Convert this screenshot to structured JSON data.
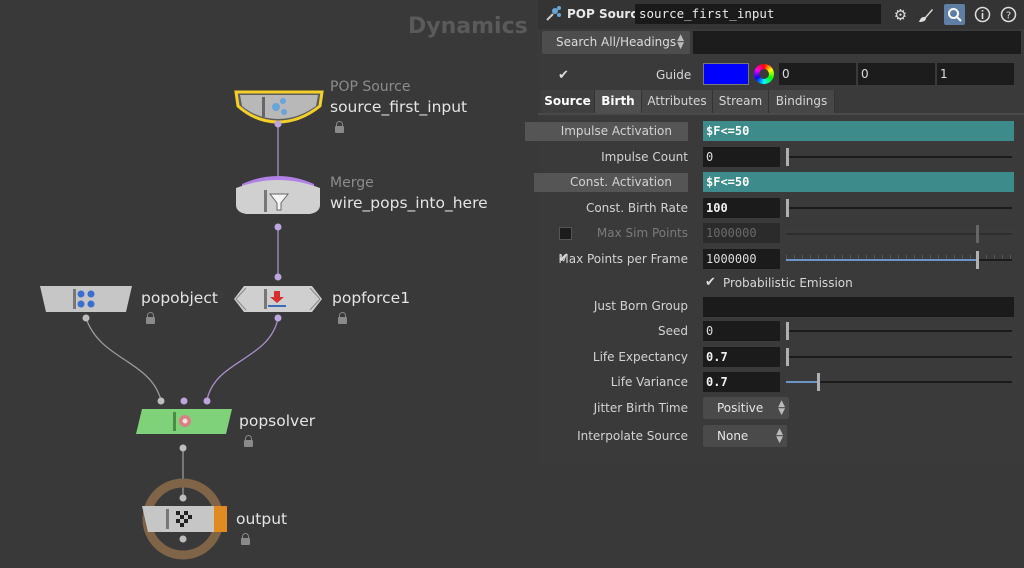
{
  "network": {
    "context_label": "Dynamics",
    "nodes": [
      {
        "type": "POP Source",
        "name": "source_first_input"
      },
      {
        "type": "Merge",
        "name": "wire_pops_into_here"
      },
      {
        "type": "",
        "name": "popobject"
      },
      {
        "type": "",
        "name": "popforce1"
      },
      {
        "type": "",
        "name": "popsolver"
      },
      {
        "type": "",
        "name": "output"
      }
    ]
  },
  "panel": {
    "node_type": "POP Source",
    "node_name": "source_first_input",
    "search_label": "Search All/Headings",
    "guide": {
      "label": "Guide",
      "color": "#0000ff",
      "values": [
        "0",
        "0",
        "1"
      ]
    },
    "tabs": [
      "Source",
      "Birth",
      "Attributes",
      "Stream",
      "Bindings"
    ],
    "params": {
      "impulse_activation": {
        "label": "Impulse Activation",
        "value": "$F<=50"
      },
      "impulse_count": {
        "label": "Impulse Count",
        "value": "0"
      },
      "const_activation": {
        "label": "Const. Activation",
        "value": "$F<=50"
      },
      "const_birth_rate": {
        "label": "Const. Birth Rate",
        "value": "100"
      },
      "max_sim_points": {
        "label": "Max Sim Points",
        "value": "1000000"
      },
      "max_points_per_frame": {
        "label": "Max Points per Frame",
        "value": "1000000"
      },
      "probabilistic_emission": {
        "label": "Probabilistic Emission"
      },
      "just_born_group": {
        "label": "Just Born Group",
        "value": ""
      },
      "seed": {
        "label": "Seed",
        "value": "0"
      },
      "life_expectancy": {
        "label": "Life Expectancy",
        "value": "0.7"
      },
      "life_variance": {
        "label": "Life Variance",
        "value": "0.7"
      },
      "jitter_birth_time": {
        "label": "Jitter Birth Time",
        "value": "Positive"
      },
      "interpolate_source": {
        "label": "Interpolate Source",
        "value": "None"
      }
    }
  }
}
